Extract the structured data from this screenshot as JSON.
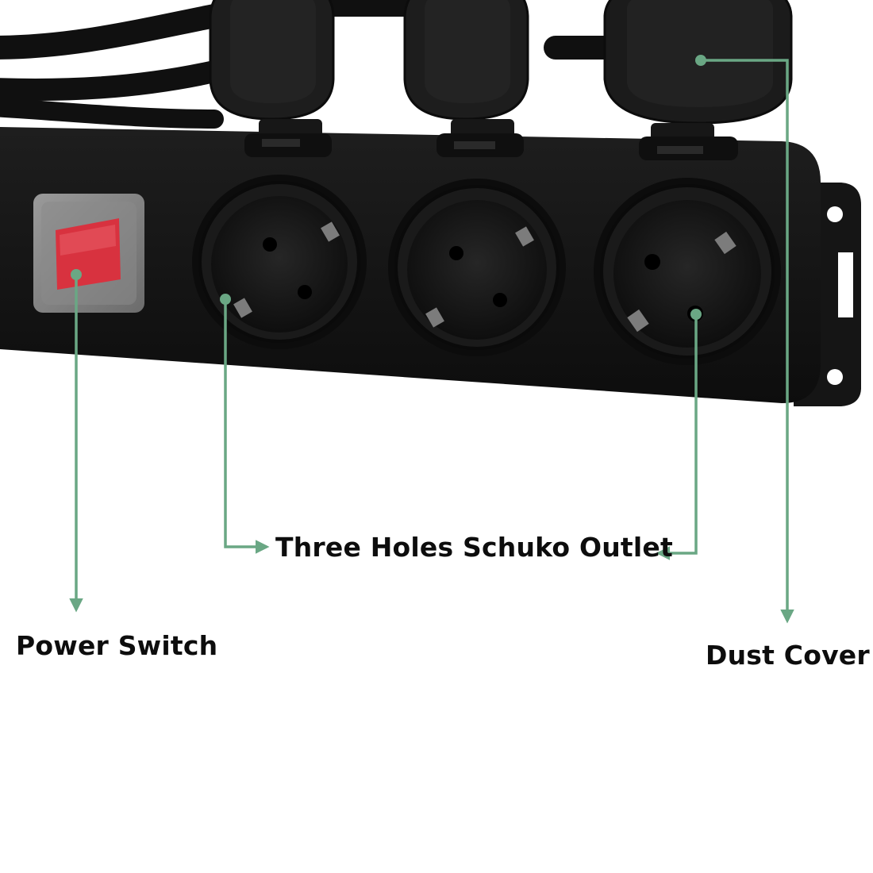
{
  "labels": {
    "outlet": "Three Holes Schuko Outlet",
    "power_switch": "Power Switch",
    "dust_cover": "Dust Cover"
  },
  "colors": {
    "background": "#ffffff",
    "leader_line": "#6aa784",
    "strip_body": "#141414",
    "switch_red": "#d8323f",
    "label_text": "#0d0d0d"
  },
  "product": {
    "socket_count": 3
  }
}
